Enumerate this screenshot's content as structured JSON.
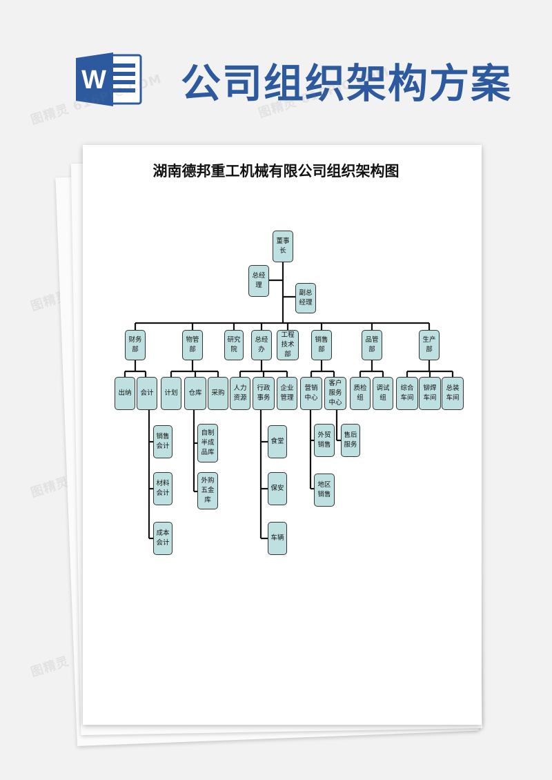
{
  "header": {
    "title": "公司组织架构方案",
    "logo_letter": "W",
    "brand_color": "#2d5a9e"
  },
  "document": {
    "title": "湖南德邦重工机械有限公司组织架构图"
  },
  "org_chart": {
    "node_color": "#bfe0e0",
    "nodes": {
      "chairman": "董事长",
      "gm": "总经理",
      "vgm": "副总经理",
      "finance": "财务部",
      "materials": "物管部",
      "research": "研究院",
      "general_office": "总经办",
      "engineering": "工程技术部",
      "sales": "销售部",
      "quality": "品管部",
      "production": "生产部",
      "cashier": "出纳",
      "accounting": "会计",
      "planning": "计划",
      "warehouse": "仓库",
      "purchasing": "采购",
      "hr": "人力资源",
      "admin": "行政事务",
      "enterprise_mgmt": "企业管理",
      "marketing_center": "营销中心",
      "customer_service_center": "客户服务中心",
      "quality_inspection": "质检组",
      "testing": "调试组",
      "general_workshop": "综合车间",
      "welding_workshop": "铆焊车间",
      "assembly_workshop": "总装车间",
      "sales_accounting": "销售会计",
      "material_accounting": "材料会计",
      "cost_accounting": "成本会计",
      "self_made_semi": "自制半成品库",
      "purchased_hardware": "外购五金库",
      "canteen": "食堂",
      "security": "保安",
      "vehicles": "车辆",
      "foreign_sales": "外贸销售",
      "regional_sales": "地区销售",
      "after_sales": "售后服务"
    }
  },
  "watermark": {
    "text": "图精灵 616PIC.COM"
  }
}
